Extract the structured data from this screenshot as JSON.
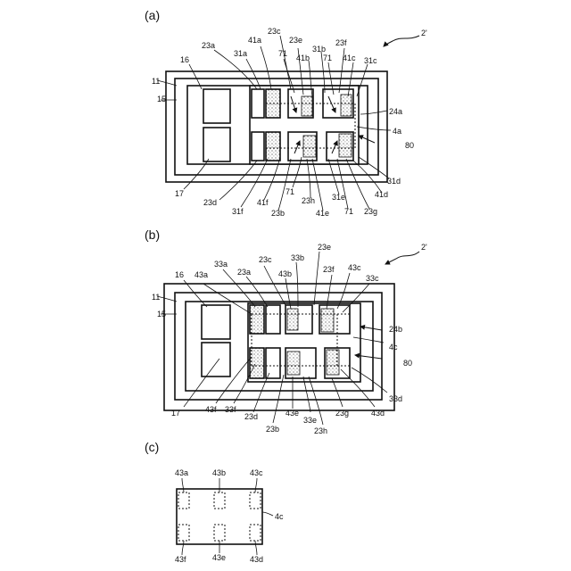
{
  "panels": {
    "a": "(a)",
    "b": "(b)",
    "c": "(c)"
  },
  "labels_a": {
    "ref_2prime": "2'",
    "l_23c": "23c",
    "l_41a": "41a",
    "l_23e": "23e",
    "l_23a": "23a",
    "l_31a": "31a",
    "l_71_top1": "71",
    "l_41b": "41b",
    "l_31b": "31b",
    "l_71_top2": "71",
    "l_23f": "23f",
    "l_41c": "41c",
    "l_31c": "31c",
    "l_16": "16",
    "l_11": "11",
    "l_15": "15",
    "l_24a": "24a",
    "l_4a": "4a",
    "l_80": "80",
    "l_17": "17",
    "l_31d": "31d",
    "l_41d": "41d",
    "l_23d": "23d",
    "l_31f": "31f",
    "l_41f": "41f",
    "l_23b": "23b",
    "l_71_bot1": "71",
    "l_23h": "23h",
    "l_31e": "31e",
    "l_41e": "41e",
    "l_71_bot2": "71",
    "l_23g": "23g"
  },
  "labels_b": {
    "ref_2prime": "2'",
    "l_23e": "23e",
    "l_23c": "23c",
    "l_33b": "33b",
    "l_33a": "33a",
    "l_23a": "23a",
    "l_43b": "43b",
    "l_23f": "23f",
    "l_43c": "43c",
    "l_16": "16",
    "l_43a": "43a",
    "l_33c": "33c",
    "l_11": "11",
    "l_15": "15",
    "l_24b": "24b",
    "l_4c": "4c",
    "l_80": "80",
    "l_33d": "33d",
    "l_17": "17",
    "l_43f": "43f",
    "l_33f": "33f",
    "l_23d": "23d",
    "l_43e": "43e",
    "l_33e": "33e",
    "l_23g": "23g",
    "l_43d": "43d",
    "l_23b": "23b",
    "l_23h": "23h"
  },
  "labels_c": {
    "l_43a": "43a",
    "l_43b": "43b",
    "l_43c": "43c",
    "l_4c": "4c",
    "l_43f": "43f",
    "l_43e": "43e",
    "l_43d": "43d"
  }
}
